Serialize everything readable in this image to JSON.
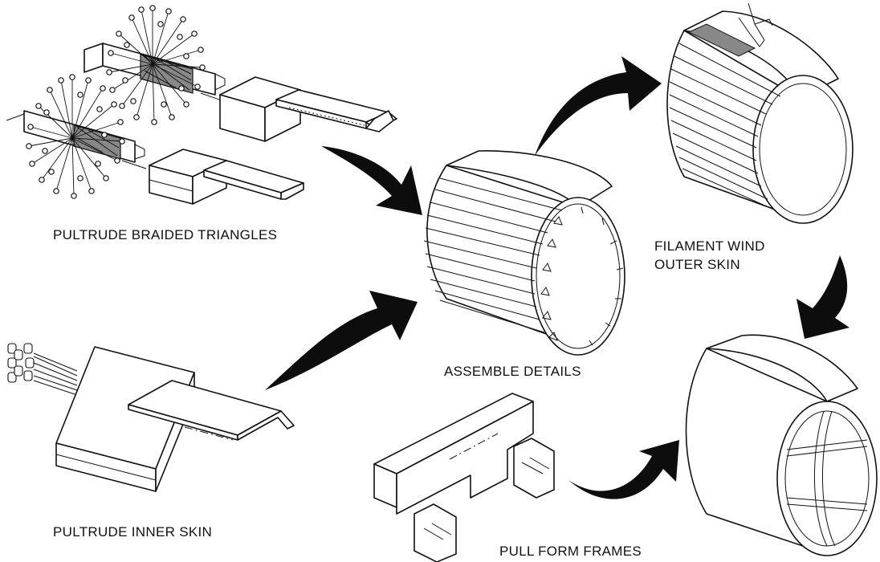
{
  "labels": {
    "pultrude_braided": "PULTRUDE BRAIDED TRIANGLES",
    "assemble": "ASSEMBLE DETAILS",
    "filament_line1": "FILAMENT WIND",
    "filament_line2": "OUTER SKIN",
    "pultrude_inner": "PULTRUDE INNER SKIN",
    "pull_form": "PULL FORM FRAMES"
  },
  "colors": {
    "ink": "#111111",
    "arrow": "#0d0d0d",
    "paper": "#ffffff"
  }
}
